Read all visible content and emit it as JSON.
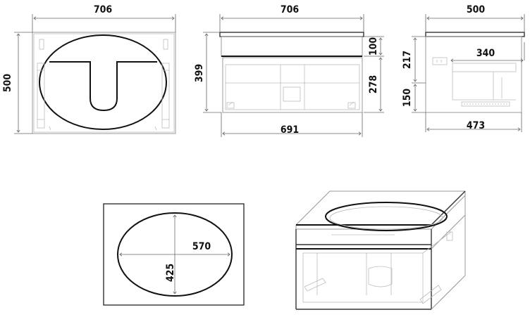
{
  "views": {
    "top": {
      "width_label": "706",
      "depth_label": "500"
    },
    "front": {
      "width_label": "706",
      "height_label": "399",
      "drawer_top_label": "100",
      "drawer_label": "278",
      "inner_width_label": "691"
    },
    "side": {
      "depth_label": "500",
      "upper_label": "217",
      "lower_label": "150",
      "drawer_depth_label": "340",
      "inner_depth_label": "473"
    },
    "basin": {
      "length_label": "570",
      "width_label": "425"
    }
  }
}
